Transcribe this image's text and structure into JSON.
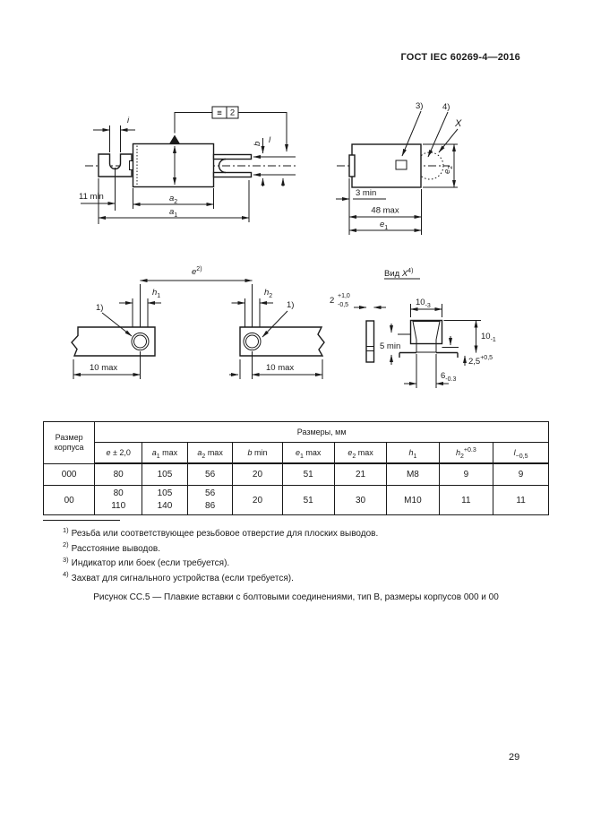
{
  "page": {
    "header": "ГОСТ IEC 60269-4—2016",
    "number": "29"
  },
  "caption": "Рисунок СС.5 — Плавкие вставки с болтовыми соединениями, тип В,  размеры корпусов 000 и 00",
  "footnotes": [
    {
      "num": "1)",
      "text": "Резьба или соответствующее резьбовое отверстие для плоских выводов."
    },
    {
      "num": "2)",
      "text": "Расстояние выводов."
    },
    {
      "num": "3)",
      "text": "Индикатор или боек (если требуется)."
    },
    {
      "num": "4)",
      "text": "Захват для сигнального устройства (если требуется)."
    }
  ],
  "table": {
    "corner_line1": "Размер",
    "corner_line2": "корпуса",
    "group_header": "Размеры, мм",
    "columns": [
      {
        "base": "e",
        "suffix": " ± 2,0"
      },
      {
        "base": "a",
        "sub": "1",
        "suffix": " max"
      },
      {
        "base": "a",
        "sub": "2",
        "suffix": " max"
      },
      {
        "base": "b",
        "suffix": " min"
      },
      {
        "base": "e",
        "sub": "1",
        "suffix": " max"
      },
      {
        "base": "e",
        "sub": "2",
        "suffix": " max"
      },
      {
        "base": "h",
        "sub": "1"
      },
      {
        "base": "h",
        "sub": "2",
        "sup": "+0.3"
      },
      {
        "base": "l",
        "sub": "−0,5"
      }
    ],
    "rows": [
      {
        "size": "000",
        "cells": [
          "80",
          "105",
          "56",
          "20",
          "51",
          "21",
          "М8",
          "9",
          "9"
        ]
      },
      {
        "size": "00",
        "cells": [
          "80\n110",
          "105\n140",
          "56\n86",
          "20",
          "51",
          "30",
          "М10",
          "11",
          "11"
        ]
      }
    ]
  },
  "fig1": {
    "frame_symbol": "≡",
    "frame_value": "2",
    "i": "i",
    "min11": "11 min",
    "a1": "a",
    "a1_sub": "1",
    "a2": "a",
    "a2_sub": "2",
    "b": "b",
    "l": "l"
  },
  "fig2": {
    "note3": "3)",
    "note4": "4)",
    "x": "X",
    "e2": "e",
    "e2_sub": "2",
    "min3": "3 min",
    "max48": "48 max",
    "e1": "e",
    "e1_sub": "1"
  },
  "fig3": {
    "e": "e",
    "e_sup": "2)",
    "h1": "h",
    "h1_sub": "1",
    "h2": "h",
    "h2_sub": "2",
    "note1a": "1)",
    "note1b": "1)",
    "max10a": "10 max",
    "max10b": "10 max"
  },
  "fig4": {
    "title_prefix": "Вид ",
    "title_x": "X",
    "title_sup": "4)",
    "t2": "2",
    "t2_sup": "+1,0",
    "t2_sub": "-0,5",
    "w10": "10",
    "w10_sub": "-3",
    "min5": "5 min",
    "h10": "10",
    "h10_sub": "-1",
    "p25": "2,5",
    "p25_sup": "+0,5",
    "s6": "6",
    "s6_sub": "-0.3"
  }
}
